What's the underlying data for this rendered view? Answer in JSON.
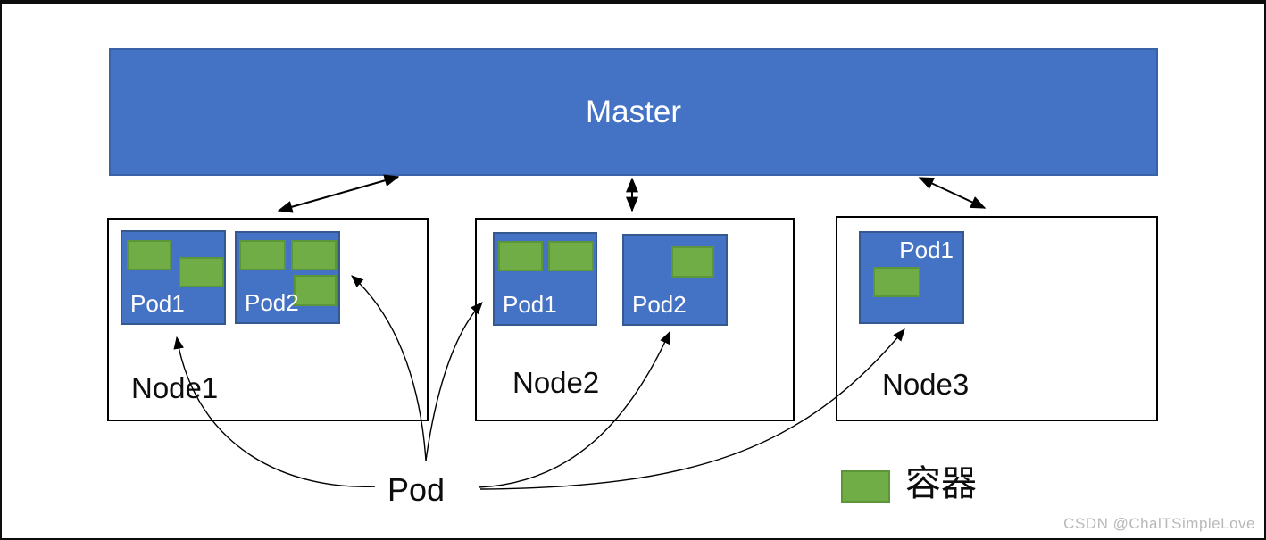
{
  "diagram": {
    "master": {
      "label": "Master"
    },
    "nodes": [
      {
        "label": "Node1",
        "pods": [
          {
            "label": "Pod1",
            "container_count": 2
          },
          {
            "label": "Pod2",
            "container_count": 3
          }
        ]
      },
      {
        "label": "Node2",
        "pods": [
          {
            "label": "Pod1",
            "container_count": 2
          },
          {
            "label": "Pod2",
            "container_count": 1
          }
        ]
      },
      {
        "label": "Node3",
        "pods": [
          {
            "label": "Pod1",
            "container_count": 1
          }
        ]
      }
    ],
    "callout": {
      "label": "Pod"
    },
    "legend": {
      "label": "容器",
      "swatch_icon": "container-swatch"
    },
    "colors": {
      "master_blue": "#4472C4",
      "pod_blue": "#4472C4",
      "container_green": "#70AD47",
      "line_black": "#000000"
    }
  },
  "watermark": {
    "text": "CSDN @ChalTSimpleLove"
  }
}
